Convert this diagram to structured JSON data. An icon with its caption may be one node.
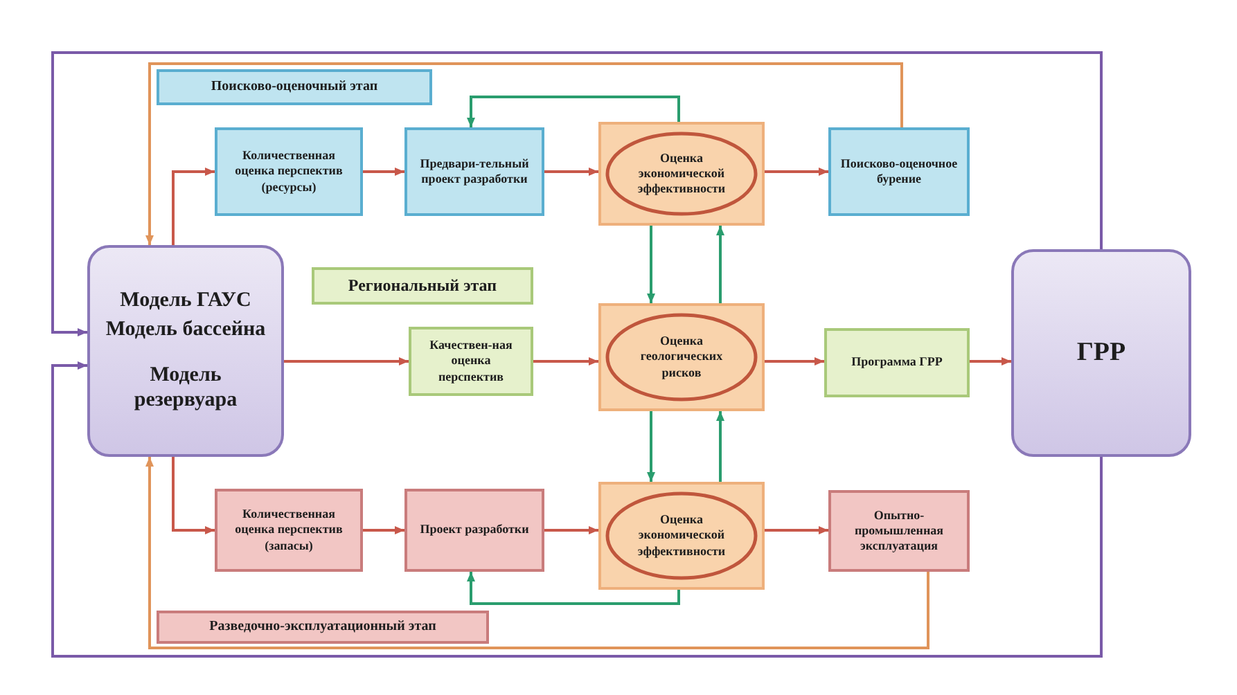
{
  "diagram": {
    "nodes": [
      {
        "text": [
          "Поисково-оценочный этап"
        ]
      },
      {
        "text": [
          "Количественная оценка перспектив (ресурсы)"
        ]
      },
      {
        "text": [
          "Предвари-тельный проект разработки"
        ]
      },
      {
        "text": [
          "Оценка экономической эффективности"
        ]
      },
      {
        "text": [
          "Поисково-оценочное бурение"
        ]
      },
      {
        "text": [
          "Модель ГАУС",
          "Модель бассейна",
          "Модель резервуара"
        ]
      },
      {
        "text": [
          "Региональный этап"
        ]
      },
      {
        "text": [
          "Качествен-ная оценка перспектив"
        ]
      },
      {
        "text": [
          "Оценка геологических рисков"
        ]
      },
      {
        "text": [
          "Программа ГРР"
        ]
      },
      {
        "text": [
          "ГРР"
        ]
      },
      {
        "text": [
          "Количественная оценка перспектив (запасы)"
        ]
      },
      {
        "text": [
          "Проект разработки"
        ]
      },
      {
        "text": [
          "Оценка экономической эффективности"
        ]
      },
      {
        "text": [
          "Опытно-промышленная эксплуатация"
        ]
      },
      {
        "text": [
          "Разведочно-эксплуатационный этап"
        ]
      }
    ],
    "edges": [
      {
        "from": 5,
        "to": 1,
        "arrow": "to"
      },
      {
        "from": 1,
        "to": 2,
        "arrow": "to"
      },
      {
        "from": 2,
        "to": 3,
        "arrow": "to"
      },
      {
        "from": 3,
        "to": 4,
        "arrow": "to"
      },
      {
        "from": 4,
        "to": 5,
        "arrow": "to",
        "color": "#e0945a"
      },
      {
        "from": 3,
        "to": 2,
        "arrow": "to",
        "color": "#2a9d6e"
      },
      {
        "from": 3,
        "to": 8,
        "arrow": "to",
        "color": "#2a9d6e"
      },
      {
        "from": 8,
        "to": 3,
        "arrow": "to",
        "color": "#2a9d6e"
      },
      {
        "from": 5,
        "to": 7,
        "arrow": "to"
      },
      {
        "from": 7,
        "to": 8,
        "arrow": "to"
      },
      {
        "from": 8,
        "to": 9,
        "arrow": "to"
      },
      {
        "from": 9,
        "to": 10,
        "arrow": "to"
      },
      {
        "from": 10,
        "to": 5,
        "arrow": "to",
        "color": "#7a5aa8"
      },
      {
        "from": 10,
        "to": 5,
        "arrow": "to",
        "color": "#7a5aa8"
      },
      {
        "from": 5,
        "to": 11,
        "arrow": "to"
      },
      {
        "from": 11,
        "to": 12,
        "arrow": "to"
      },
      {
        "from": 12,
        "to": 13,
        "arrow": "to"
      },
      {
        "from": 13,
        "to": 14,
        "arrow": "to"
      },
      {
        "from": 8,
        "to": 13,
        "arrow": "to",
        "color": "#2a9d6e"
      },
      {
        "from": 13,
        "to": 8,
        "arrow": "to",
        "color": "#2a9d6e"
      },
      {
        "from": 13,
        "to": 12,
        "arrow": "to",
        "color": "#2a9d6e"
      },
      {
        "from": 14,
        "to": 5,
        "arrow": "to",
        "color": "#e0945a"
      }
    ]
  }
}
